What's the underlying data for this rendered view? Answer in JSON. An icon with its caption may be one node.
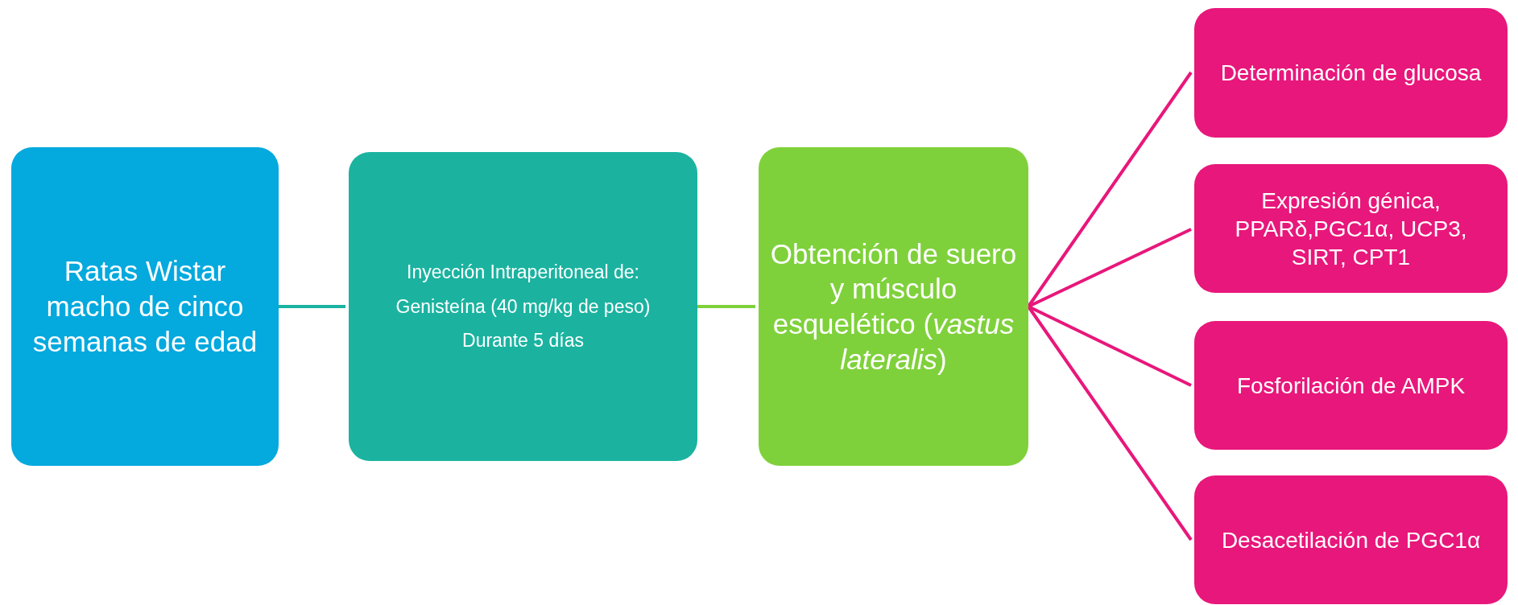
{
  "diagram": {
    "nodes": [
      {
        "text": [
          "Ratas Wistar macho de cinco semanas de edad"
        ]
      },
      {
        "text": [
          "Inyección Intraperitoneal de:",
          "Genisteína (40 mg/kg de peso)",
          "Durante 5 días"
        ]
      },
      {
        "text": [
          "Obtención de suero y músculo esquelético (*vastus lateralis*)"
        ]
      },
      {
        "text": [
          "Determinación de glucosa"
        ]
      },
      {
        "text": [
          "Expresión génica, PPARδ,PGC1α, UCP3, SIRT, CPT1"
        ]
      },
      {
        "text": [
          "Fosforilación de AMPK"
        ]
      },
      {
        "text": [
          "Desacetilación de PGC1α"
        ]
      }
    ],
    "edges": [
      {
        "from": 0,
        "to": 1,
        "arrow": "none",
        "color": "#1bb3a0"
      },
      {
        "from": 1,
        "to": 2,
        "arrow": "none",
        "color": "#7fd13b"
      },
      {
        "from": 2,
        "to": 3,
        "arrow": "none"
      },
      {
        "from": 2,
        "to": 4,
        "arrow": "none"
      },
      {
        "from": 2,
        "to": 5,
        "arrow": "none"
      },
      {
        "from": 2,
        "to": 6,
        "arrow": "none"
      }
    ]
  }
}
